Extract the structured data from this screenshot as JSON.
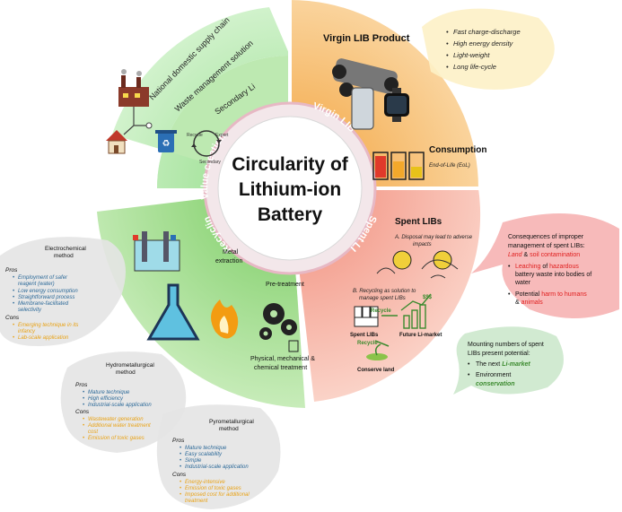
{
  "center": {
    "line1": "Circularity of",
    "line2": "Lithium-ion",
    "line3": "Battery"
  },
  "ring_labels": {
    "value_creation": "Value creation",
    "virgin_lib": "Virgin LIB",
    "spent_libs": "Spent LIBs",
    "recycling": "Recycling"
  },
  "value_creation": {
    "items": [
      "National domestic supply chain",
      "Waste management solution",
      "Secondary Li"
    ],
    "icon_labels": {
      "recycle": "Recycle",
      "secondary": "Secondary",
      "export": "Export"
    }
  },
  "virgin": {
    "title": "Virgin LIB Product",
    "bullets": [
      "Fast charge-discharge",
      "High energy density",
      "Light-weight",
      "Long life-cycle"
    ],
    "consumption_title": "Consumption",
    "eol": "End-of-Life (EoL)"
  },
  "spent": {
    "title": "Spent LIBs",
    "a_text1": "A. Disposal may lead to adverse",
    "a_text2": "impacts",
    "b_text1": "B. Recycling as solution to",
    "b_text2": "manage spent LIBs",
    "recycle1": "Recycle",
    "recycle2": "Recycle",
    "dollar": "$$$",
    "spent_label": "Spent LIBs",
    "future_label": "Future Li-market",
    "conserve_label": "Conserve land"
  },
  "consequences": {
    "title1": "Consequences of improper",
    "title2": "management of spent LIBs:",
    "line3a": "Land",
    "line3b": " & ",
    "line3c": "soil contamination",
    "b1a": "Leaching",
    "b1b": " of ",
    "b1c": "hazardous",
    "b1d": "battery waste into bodies of",
    "b1e": "water",
    "b2a": "Potential ",
    "b2b": "harm to humans",
    "b2c": "& ",
    "b2d": "animals"
  },
  "potential": {
    "title1": "Mounting numbers of spent",
    "title2": "LIBs present potential:",
    "b1a": "The next ",
    "b1b": "Li-market",
    "b2": "Environment",
    "b3": "conservation"
  },
  "recycling": {
    "metal": "Metal",
    "extraction": "extraction",
    "pretreatment": "Pre-treatment",
    "pm1": "Physical, mechanical &",
    "pm2": "chemical treatment"
  },
  "electro": {
    "title1": "Electrochemical",
    "title2": "method",
    "pros": "Pros",
    "pros_items": [
      "Employment of safer",
      "reagent (water)",
      "Low energy consumption",
      "Straightforward process",
      "Membrane-facilitated",
      "selectivity"
    ],
    "cons": "Cons",
    "cons_items": [
      "Emerging technique in its",
      "infancy",
      "Lab-scale application"
    ]
  },
  "hydro": {
    "title1": "Hydrometallurgical",
    "title2": "method",
    "pros": "Pros",
    "pros_items": [
      "Mature technique",
      "High efficiency",
      "Industrial-scale application"
    ],
    "cons": "Cons",
    "cons_items": [
      "Wastewater generation",
      "Additional water treatment",
      "cost",
      "Emission of toxic gases"
    ]
  },
  "pyro": {
    "title1": "Pyrometallurgical",
    "title2": "method",
    "pros": "Pros",
    "pros_items": [
      "Mature technique",
      "Easy scalability",
      "Simple",
      "Industrial-scale application"
    ],
    "cons": "Cons",
    "cons_items": [
      "Energy-intensive",
      "Emission of toxic gases",
      "Imposed cost for additional",
      "treatment"
    ]
  },
  "colors": {
    "green_sector": "#c9f0c2",
    "orange_sector": "#f9cc8a",
    "red_sector": "#f7b6a8",
    "recycle_sector": "#b7e5a6",
    "blue_item": "#2d6a99",
    "orange_item": "#e8a215",
    "red_text": "#e02020",
    "green_text": "#3b8a2e"
  }
}
